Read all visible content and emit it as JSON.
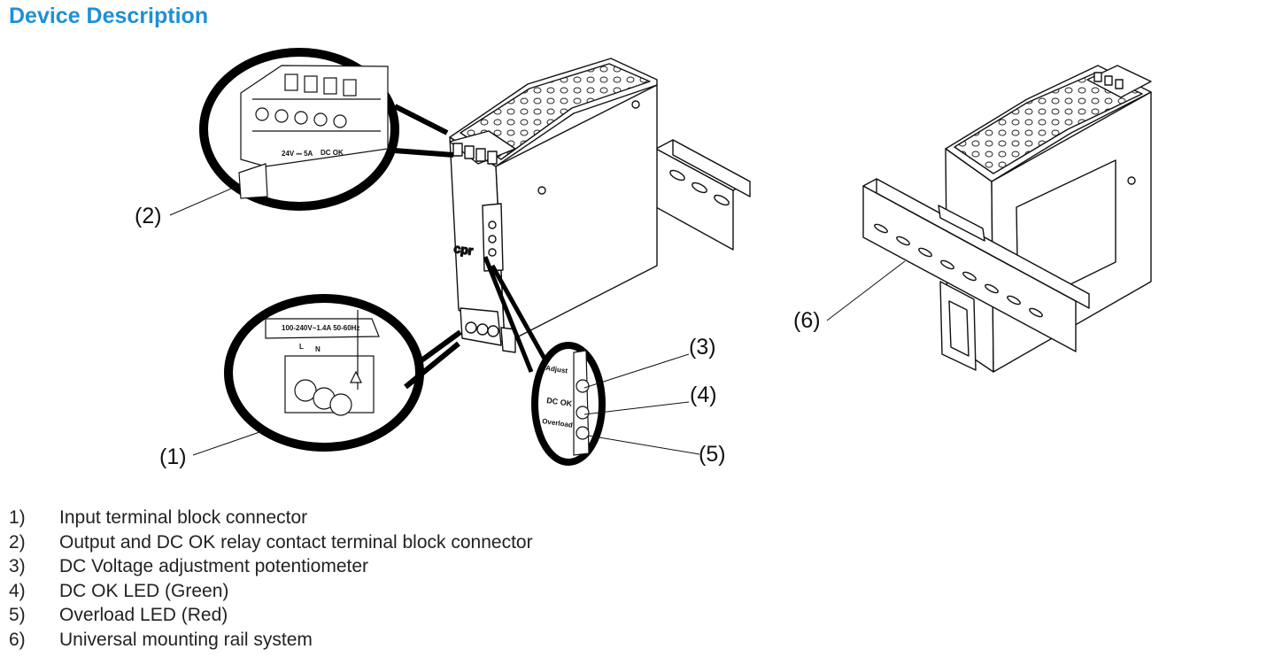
{
  "page": {
    "title": "Device Description"
  },
  "figure": {
    "callouts": [
      "(1)",
      "(2)",
      "(3)",
      "(4)",
      "(5)",
      "(6)"
    ],
    "device_labels": {
      "adjust": "Adjust",
      "dc_ok": "DC OK",
      "overload": "Overload"
    }
  },
  "legend": [
    {
      "num": "1)",
      "text": "Input terminal block connector"
    },
    {
      "num": "2)",
      "text": "Output and DC OK relay contact terminal block connector"
    },
    {
      "num": "3)",
      "text": "DC Voltage adjustment potentiometer"
    },
    {
      "num": "4)",
      "text": "DC OK LED (Green)"
    },
    {
      "num": "5)",
      "text": "Overload LED (Red)"
    },
    {
      "num": "6)",
      "text": "Universal mounting rail system"
    }
  ]
}
